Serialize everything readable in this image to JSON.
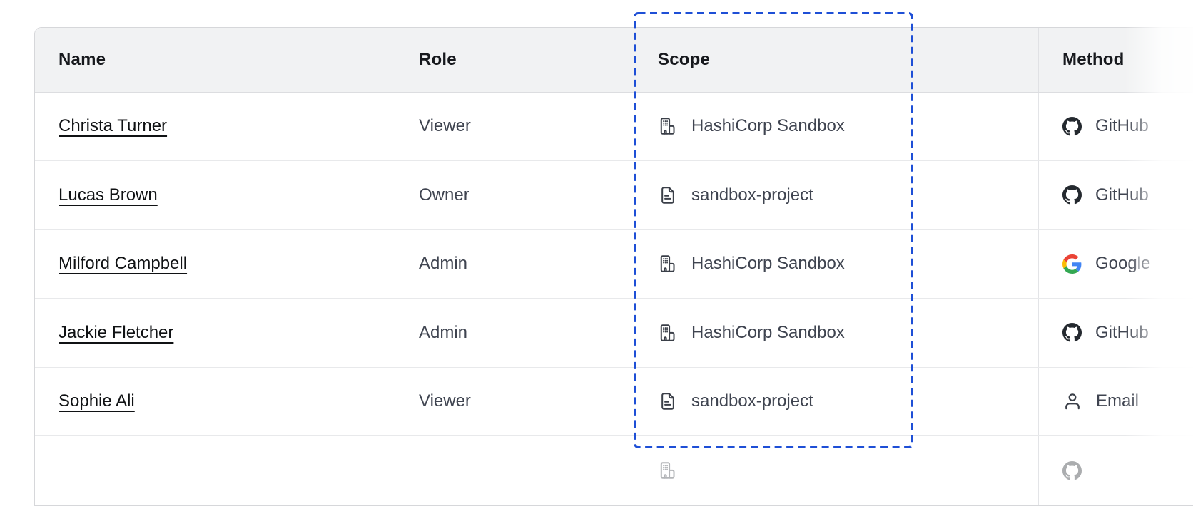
{
  "table": {
    "columns": [
      {
        "label": "Name"
      },
      {
        "label": "Role"
      },
      {
        "label": "Scope"
      },
      {
        "label": "Method"
      }
    ],
    "rows": [
      {
        "name": "Christa Turner",
        "role": "Viewer",
        "scope": "HashiCorp Sandbox",
        "scope_icon": "building-icon",
        "method": "GitHub",
        "method_icon": "github-icon",
        "partial": false
      },
      {
        "name": "Lucas Brown",
        "role": "Owner",
        "scope": "sandbox-project",
        "scope_icon": "document-icon",
        "method": "GitHub",
        "method_icon": "github-icon",
        "partial": false
      },
      {
        "name": "Milford Campbell",
        "role": "Admin",
        "scope": "HashiCorp Sandbox",
        "scope_icon": "building-icon",
        "method": "Google",
        "method_icon": "google-icon",
        "partial": false
      },
      {
        "name": "Jackie Fletcher",
        "role": "Admin",
        "scope": "HashiCorp Sandbox",
        "scope_icon": "building-icon",
        "method": "GitHub",
        "method_icon": "github-icon",
        "partial": false
      },
      {
        "name": "Sophie Ali",
        "role": "Viewer",
        "scope": "sandbox-project",
        "scope_icon": "document-icon",
        "method": "Email",
        "method_icon": "person-icon",
        "partial": false
      },
      {
        "name": "",
        "role": "",
        "scope": "",
        "scope_icon": "building-icon",
        "method": "",
        "method_icon": "github-icon",
        "partial": true
      }
    ],
    "highlight": {
      "target": "Scope column",
      "style": "dashed",
      "color": "#1e4fd6"
    }
  },
  "colors": {
    "highlight_blue": "#1e4fd6",
    "header_background": "#f1f2f3",
    "body_text": "#3f4450",
    "name_text": "#101214",
    "icon_gray": "#3a3f48",
    "github_black": "#24292f",
    "google_blue": "#4285F4",
    "google_green": "#34A853",
    "google_yellow": "#FBBC05",
    "google_red": "#EA4335"
  }
}
